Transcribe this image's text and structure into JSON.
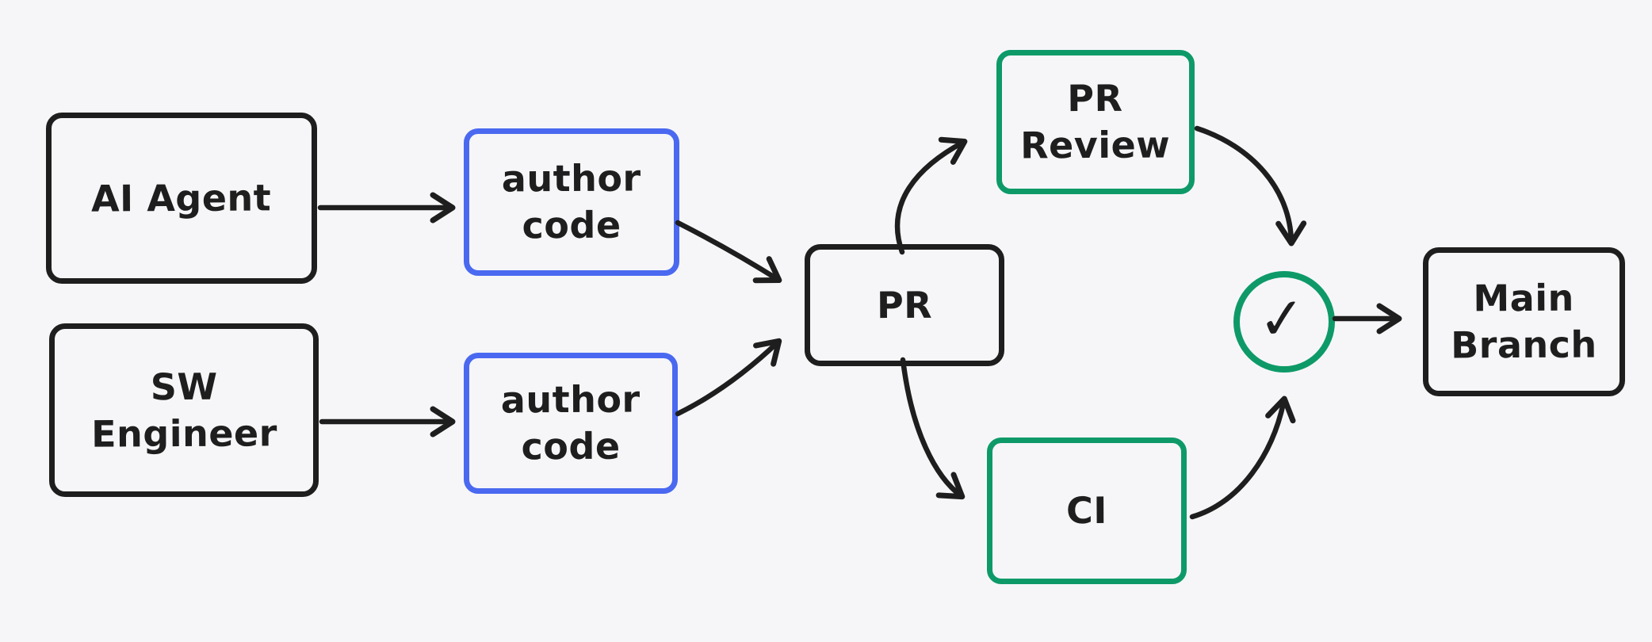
{
  "canvas": {
    "background": "#f6f6f9"
  },
  "colors": {
    "ink": "#1e1e1e",
    "accent_blue": "#4a69f0",
    "accent_green": "#0e9a68"
  },
  "nodes": {
    "ai_agent": {
      "label": "AI Agent"
    },
    "sw_engineer": {
      "label": "SW\nEngineer"
    },
    "author_code_top": {
      "label": "author\ncode"
    },
    "author_code_bottom": {
      "label": "author\ncode"
    },
    "pr": {
      "label": "PR"
    },
    "pr_review": {
      "label": "PR\nReview"
    },
    "ci": {
      "label": "CI"
    },
    "approval_check": {
      "label": "✓"
    },
    "main_branch": {
      "label": "Main\nBranch"
    }
  },
  "edges": [
    {
      "from": "ai_agent",
      "to": "author_code_top"
    },
    {
      "from": "sw_engineer",
      "to": "author_code_bottom"
    },
    {
      "from": "author_code_top",
      "to": "pr"
    },
    {
      "from": "author_code_bottom",
      "to": "pr"
    },
    {
      "from": "pr",
      "to": "pr_review"
    },
    {
      "from": "pr",
      "to": "ci"
    },
    {
      "from": "pr_review",
      "to": "approval_check"
    },
    {
      "from": "ci",
      "to": "approval_check"
    },
    {
      "from": "approval_check",
      "to": "main_branch"
    }
  ]
}
